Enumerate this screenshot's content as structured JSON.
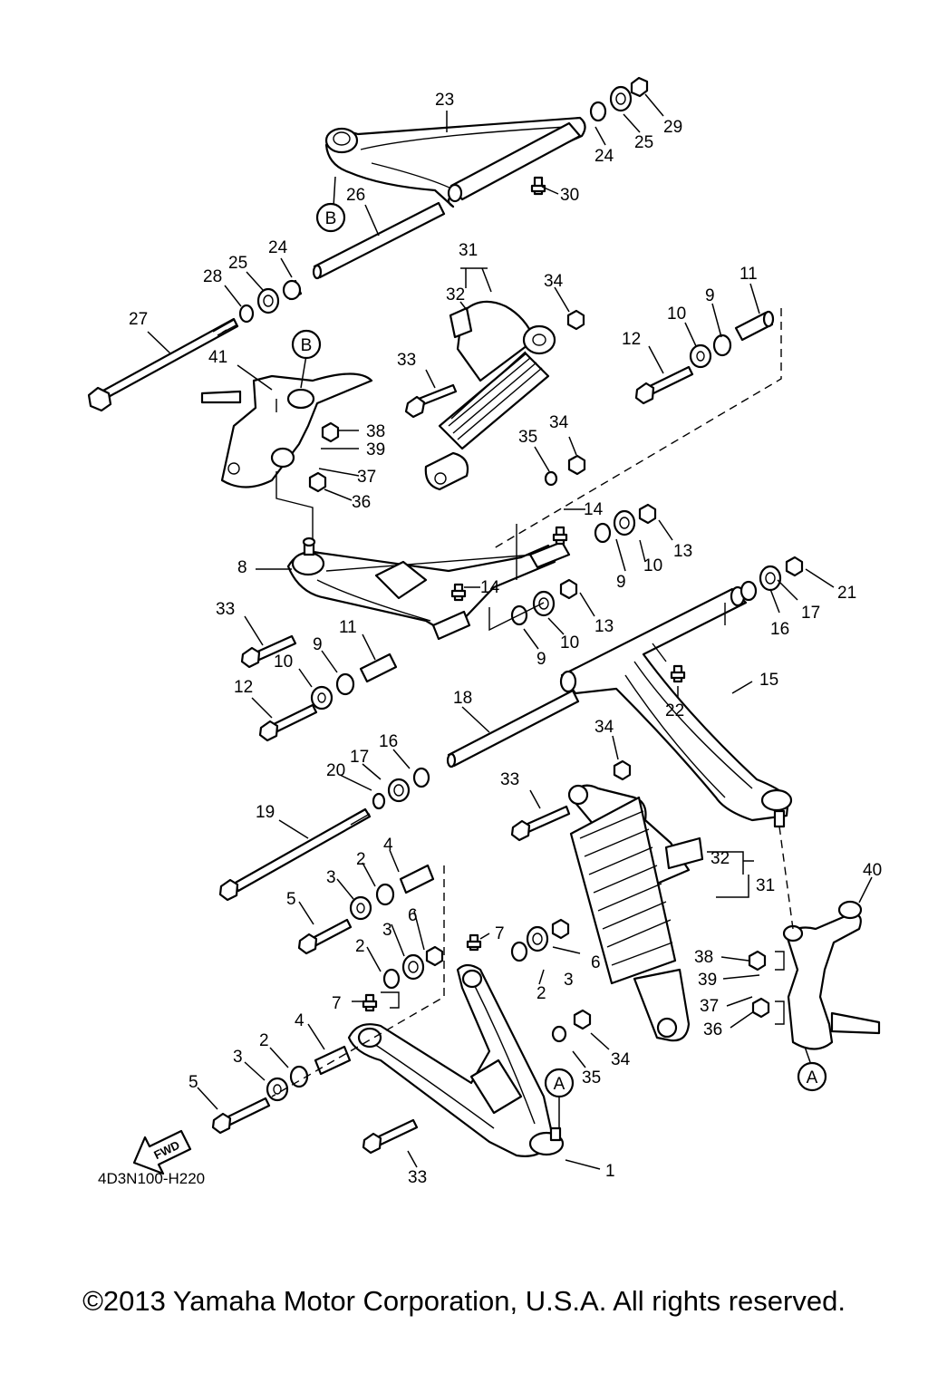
{
  "diagram": {
    "code": "4D3N100-H220",
    "fwd_label": "FWD",
    "refs": [
      "B",
      "B",
      "A",
      "A"
    ],
    "callouts": [
      "1",
      "2",
      "2",
      "2",
      "2",
      "3",
      "3",
      "3",
      "3",
      "4",
      "4",
      "5",
      "5",
      "6",
      "6",
      "7",
      "7",
      "8",
      "9",
      "9",
      "9",
      "9",
      "10",
      "10",
      "10",
      "10",
      "11",
      "11",
      "12",
      "12",
      "13",
      "13",
      "14",
      "14",
      "15",
      "16",
      "16",
      "17",
      "17",
      "18",
      "19",
      "20",
      "21",
      "22",
      "23",
      "24",
      "24",
      "25",
      "25",
      "26",
      "27",
      "28",
      "29",
      "30",
      "31",
      "31",
      "32",
      "32",
      "33",
      "33",
      "33",
      "33",
      "34",
      "34",
      "34",
      "34",
      "35",
      "35",
      "36",
      "36",
      "37",
      "37",
      "38",
      "38",
      "39",
      "39",
      "40",
      "41"
    ]
  },
  "footer": {
    "copyright": "©2013 Yamaha Motor Corporation, U.S.A. All rights reserved."
  }
}
